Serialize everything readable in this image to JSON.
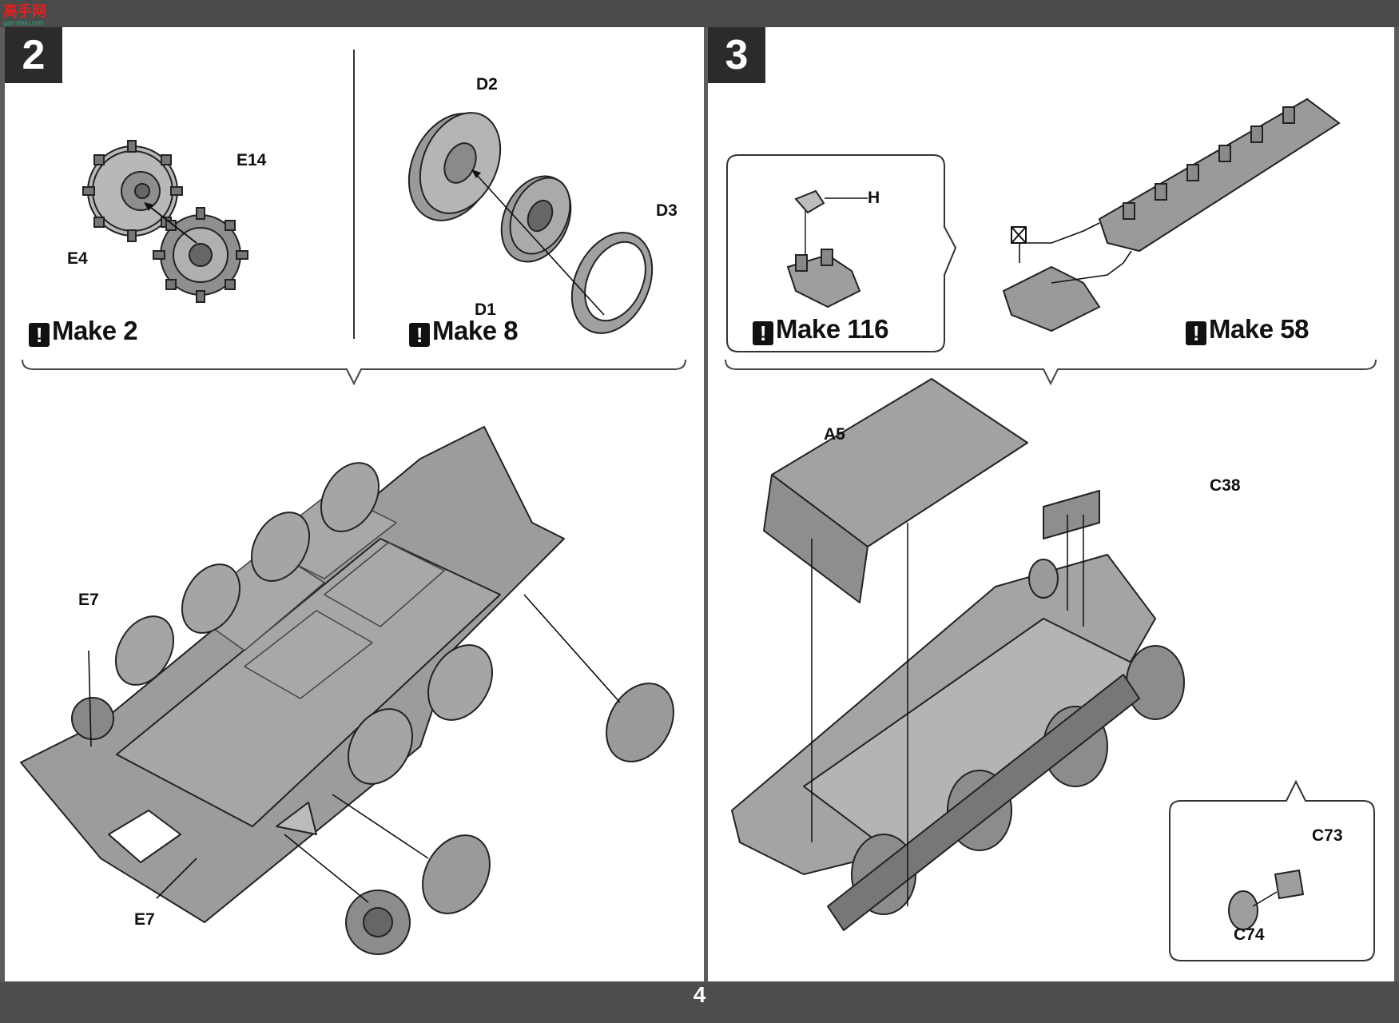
{
  "watermark": {
    "logo_text": "高手网",
    "url_text": "gao-shou.com"
  },
  "page_number": "4",
  "step2": {
    "number": "2",
    "subassembly_a": {
      "labels": {
        "e14": "E14",
        "e4": "E4"
      },
      "make": "Make 2"
    },
    "subassembly_b": {
      "labels": {
        "d2": "D2",
        "d3": "D3",
        "d1": "D1"
      },
      "make": "Make 8"
    },
    "main_labels": {
      "e7_top": "E7",
      "e7_bottom": "E7"
    }
  },
  "step3": {
    "number": "3",
    "inset_track": {
      "label_h": "H",
      "make": "Make 116"
    },
    "track_run": {
      "make": "Make 58"
    },
    "main_labels": {
      "a5": "A5",
      "c38": "C38"
    },
    "detail_inset": {
      "c73": "C73",
      "c74": "C74"
    }
  },
  "colors": {
    "part_gray": "#999999",
    "outline": "#222222",
    "band": "#4a4a4a"
  }
}
